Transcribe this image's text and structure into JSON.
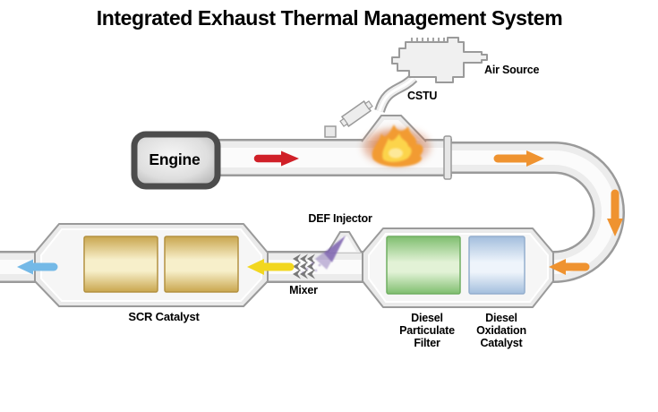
{
  "title": "Integrated Exhaust Thermal Management System",
  "components": {
    "engine": {
      "label": "Engine"
    },
    "air_source": {
      "label": "Air Source"
    },
    "cstu": {
      "label": "CSTU"
    },
    "def_injector": {
      "label": "DEF Injector"
    },
    "mixer": {
      "label": "Mixer"
    },
    "scr_catalyst": {
      "label": "SCR Catalyst"
    },
    "dpf": {
      "label": "Diesel\nParticulate\nFilter"
    },
    "doc": {
      "label": "Diesel\nOxidation\nCatalyst"
    }
  },
  "flows": {
    "engine_out": {
      "color": "#d02028",
      "direction": "right"
    },
    "post_burner": {
      "color": "#ef9330",
      "direction": "right"
    },
    "downpipe": {
      "color": "#ef9330",
      "direction": "down"
    },
    "into_doc": {
      "color": "#ef9330",
      "direction": "left"
    },
    "post_mixer": {
      "color": "#f2d71f",
      "direction": "left"
    },
    "tailpipe_out": {
      "color": "#74b9e7",
      "direction": "left"
    }
  },
  "colors": {
    "background": "#ffffff",
    "pipe_outline": "#9a9a9a",
    "pipe_fill": "#ececec",
    "engine_border": "#4c4c4c",
    "flame_glow": "#cd6a3e",
    "flame_mid": "#f29b32",
    "flame_core": "#fcd44b",
    "def_spray": "#7e63af",
    "mixer_gray": "#787878",
    "scr_block_edge": "#c9a64e",
    "scr_block_mid": "#f7efca",
    "dpf_block_edge": "#7fbe6f",
    "dpf_block_mid": "#e2f2d6",
    "doc_block_edge": "#a3bedd",
    "doc_block_mid": "#eef4fb"
  }
}
